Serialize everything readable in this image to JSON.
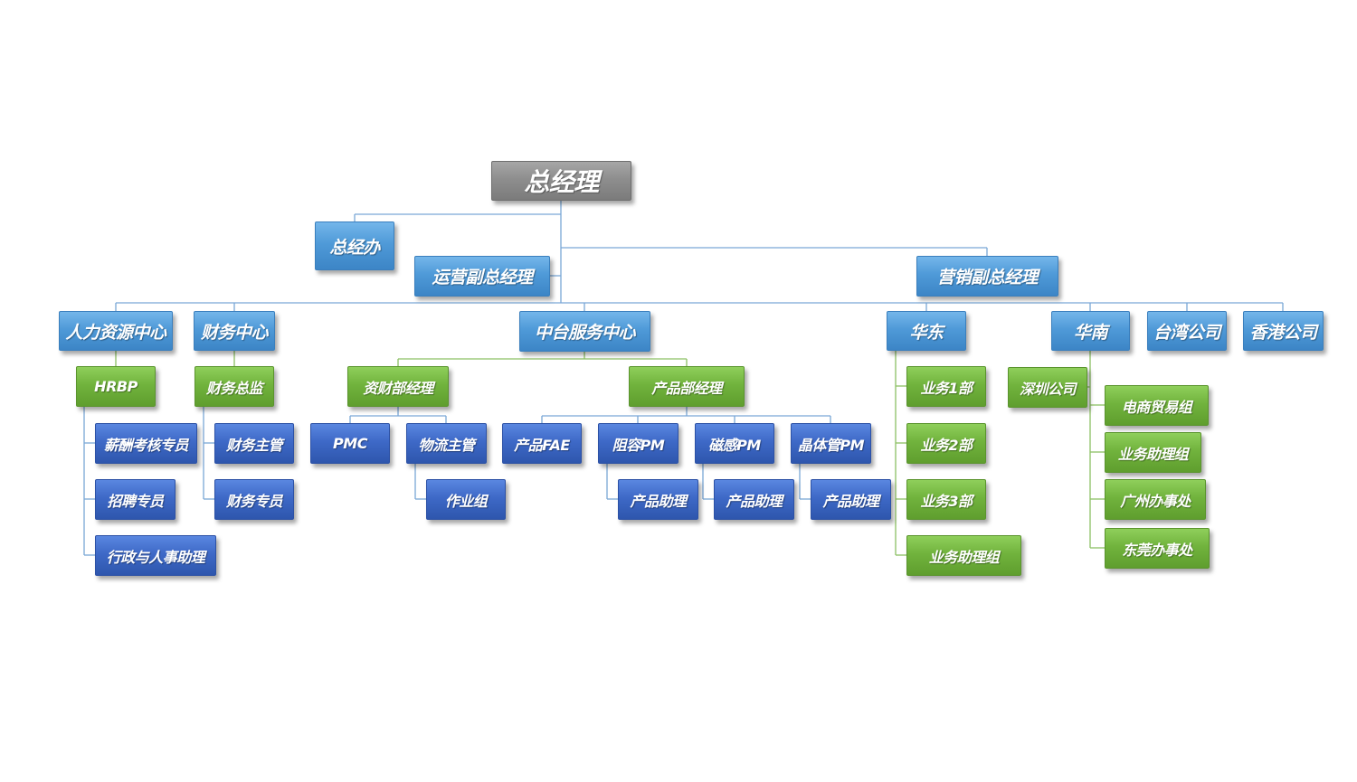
{
  "org_chart": {
    "colors": {
      "top": "#8e8e8e",
      "executive": "#4f9ad8",
      "staff": "#3e69c7",
      "manager": "#71b33d",
      "line_blue": "#7aa7d6",
      "line_green": "#8cc063"
    },
    "nodes": [
      {
        "id": "ceo",
        "label": "总经理",
        "style": "gray"
      },
      {
        "id": "gm-office",
        "label": "总经办",
        "style": "light"
      },
      {
        "id": "ops-vp",
        "label": "运营副总经理",
        "style": "light"
      },
      {
        "id": "sales-vp",
        "label": "营销副总经理",
        "style": "light"
      },
      {
        "id": "hr-center",
        "label": "人力资源中心",
        "style": "light"
      },
      {
        "id": "finance-center",
        "label": "财务中心",
        "style": "light"
      },
      {
        "id": "service-center",
        "label": "中台服务中心",
        "style": "light"
      },
      {
        "id": "east-china",
        "label": "华东",
        "style": "light"
      },
      {
        "id": "south-china",
        "label": "华南",
        "style": "light"
      },
      {
        "id": "taiwan-company",
        "label": "台湾公司",
        "style": "light"
      },
      {
        "id": "hongkong-company",
        "label": "香港公司",
        "style": "light"
      },
      {
        "id": "hrbp",
        "label": "HRBP",
        "style": "green"
      },
      {
        "id": "finance-director",
        "label": "财务总监",
        "style": "green"
      },
      {
        "id": "materials-manager",
        "label": "资财部经理",
        "style": "green"
      },
      {
        "id": "product-manager",
        "label": "产品部经理",
        "style": "green"
      },
      {
        "id": "sales-dept-1",
        "label": "业务1部",
        "style": "green"
      },
      {
        "id": "sales-dept-2",
        "label": "业务2部",
        "style": "green"
      },
      {
        "id": "sales-dept-3",
        "label": "业务3部",
        "style": "green"
      },
      {
        "id": "sales-assistant-group-east",
        "label": "业务助理组",
        "style": "green"
      },
      {
        "id": "shenzhen-company",
        "label": "深圳公司",
        "style": "green"
      },
      {
        "id": "ecommerce-group",
        "label": "电商贸易组",
        "style": "green"
      },
      {
        "id": "sales-assistant-group-south",
        "label": "业务助理组",
        "style": "green"
      },
      {
        "id": "guangzhou-office",
        "label": "广州办事处",
        "style": "green"
      },
      {
        "id": "dongguan-office",
        "label": "东莞办事处",
        "style": "green"
      },
      {
        "id": "compensation-specialist",
        "label": "薪酬考核专员",
        "style": "dark"
      },
      {
        "id": "recruitment-specialist",
        "label": "招聘专员",
        "style": "dark"
      },
      {
        "id": "admin-hr-assistant",
        "label": "行政与人事助理",
        "style": "dark"
      },
      {
        "id": "finance-supervisor",
        "label": "财务主管",
        "style": "dark"
      },
      {
        "id": "finance-specialist",
        "label": "财务专员",
        "style": "dark"
      },
      {
        "id": "pmc",
        "label": "PMC",
        "style": "dark"
      },
      {
        "id": "logistics-supervisor",
        "label": "物流主管",
        "style": "dark"
      },
      {
        "id": "operations-group",
        "label": "作业组",
        "style": "dark"
      },
      {
        "id": "product-fae",
        "label": "产品FAE",
        "style": "dark"
      },
      {
        "id": "resistor-pm",
        "label": "阻容PM",
        "style": "dark"
      },
      {
        "id": "magnetic-pm",
        "label": "磁感PM",
        "style": "dark"
      },
      {
        "id": "crystal-tube-pm",
        "label": "晶体管PM",
        "style": "dark"
      },
      {
        "id": "resistor-product-assistant",
        "label": "产品助理",
        "style": "dark"
      },
      {
        "id": "magnetic-product-assistant",
        "label": "产品助理",
        "style": "dark"
      },
      {
        "id": "crystal-product-assistant",
        "label": "产品助理",
        "style": "dark"
      }
    ],
    "edges": [
      [
        "ceo",
        "gm-office"
      ],
      [
        "ceo",
        "ops-vp"
      ],
      [
        "ceo",
        "sales-vp"
      ],
      [
        "ceo",
        "hr-center"
      ],
      [
        "ceo",
        "finance-center"
      ],
      [
        "ceo",
        "service-center"
      ],
      [
        "ceo",
        "east-china"
      ],
      [
        "ceo",
        "south-china"
      ],
      [
        "ceo",
        "taiwan-company"
      ],
      [
        "ceo",
        "hongkong-company"
      ],
      [
        "hr-center",
        "hrbp"
      ],
      [
        "finance-center",
        "finance-director"
      ],
      [
        "service-center",
        "materials-manager"
      ],
      [
        "service-center",
        "product-manager"
      ],
      [
        "hrbp",
        "compensation-specialist"
      ],
      [
        "hrbp",
        "recruitment-specialist"
      ],
      [
        "hrbp",
        "admin-hr-assistant"
      ],
      [
        "finance-director",
        "finance-supervisor"
      ],
      [
        "finance-director",
        "finance-specialist"
      ],
      [
        "materials-manager",
        "pmc"
      ],
      [
        "materials-manager",
        "logistics-supervisor"
      ],
      [
        "logistics-supervisor",
        "operations-group"
      ],
      [
        "product-manager",
        "product-fae"
      ],
      [
        "product-manager",
        "resistor-pm"
      ],
      [
        "product-manager",
        "magnetic-pm"
      ],
      [
        "product-manager",
        "crystal-tube-pm"
      ],
      [
        "resistor-pm",
        "resistor-product-assistant"
      ],
      [
        "magnetic-pm",
        "magnetic-product-assistant"
      ],
      [
        "crystal-tube-pm",
        "crystal-product-assistant"
      ],
      [
        "east-china",
        "sales-dept-1"
      ],
      [
        "east-china",
        "sales-dept-2"
      ],
      [
        "east-china",
        "sales-dept-3"
      ],
      [
        "east-china",
        "sales-assistant-group-east"
      ],
      [
        "south-china",
        "shenzhen-company"
      ],
      [
        "south-china",
        "ecommerce-group"
      ],
      [
        "south-china",
        "sales-assistant-group-south"
      ],
      [
        "south-china",
        "guangzhou-office"
      ],
      [
        "south-china",
        "dongguan-office"
      ]
    ]
  }
}
